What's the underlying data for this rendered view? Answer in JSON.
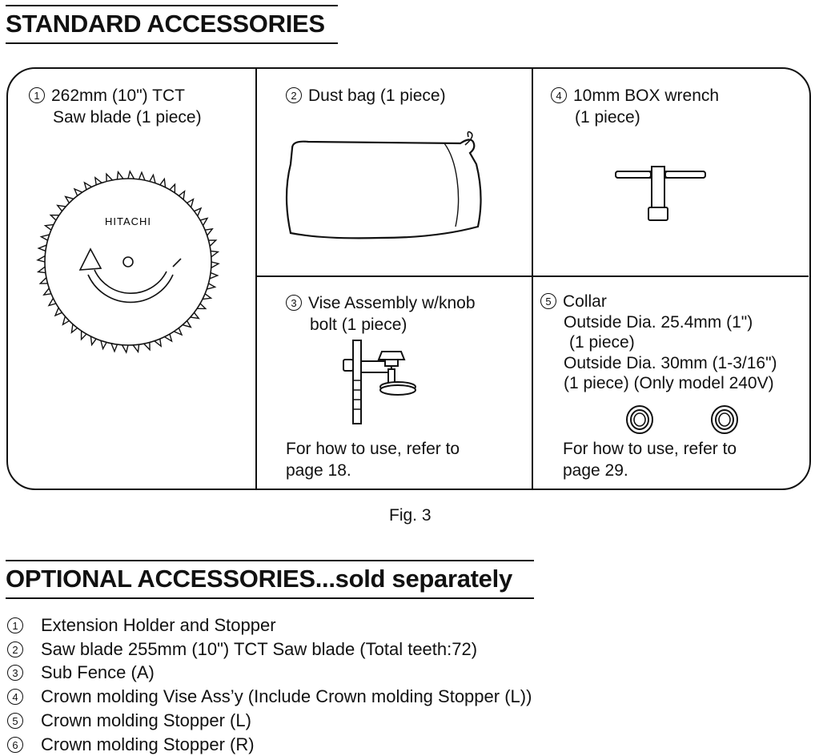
{
  "standard": {
    "heading": "STANDARD ACCESSORIES",
    "items": [
      {
        "num": "1",
        "line1": "262mm (10\") TCT",
        "line2": "Saw blade (1 piece)",
        "blade_logo": "HITACHI",
        "icon": "saw-blade-icon"
      },
      {
        "num": "2",
        "line1": "Dust bag (1 piece)",
        "icon": "dust-bag-icon"
      },
      {
        "num": "4",
        "line1": "10mm BOX wrench",
        "line2": "(1 piece)",
        "icon": "box-wrench-icon"
      },
      {
        "num": "3",
        "line1": "Vise Assembly w/knob",
        "line2": "bolt (1 piece)",
        "note1": "For how to use, refer to",
        "note2": "page 18.",
        "icon": "vise-assembly-icon"
      },
      {
        "num": "5",
        "line1": "Collar",
        "line2": "Outside Dia. 25.4mm (1\")",
        "line3": "(1 piece)",
        "line4": "Outside Dia. 30mm (1-3/16\")",
        "line5": "(1 piece) (Only model 240V)",
        "note1": "For how to use, refer to",
        "note2": "page 29.",
        "icon": "collar-icon"
      }
    ],
    "caption": "Fig. 3"
  },
  "optional": {
    "heading": "OPTIONAL ACCESSORIES...sold separately",
    "items": [
      {
        "num": "1",
        "text": "Extension Holder and Stopper"
      },
      {
        "num": "2",
        "text": "Saw blade 255mm (10\") TCT Saw blade (Total teeth:72)"
      },
      {
        "num": "3",
        "text": "Sub Fence (A)"
      },
      {
        "num": "4",
        "text": "Crown molding Vise Ass’y (Include Crown molding Stopper (L))"
      },
      {
        "num": "5",
        "text": "Crown molding Stopper (L)"
      },
      {
        "num": "6",
        "text": "Crown molding Stopper (R)"
      }
    ]
  }
}
